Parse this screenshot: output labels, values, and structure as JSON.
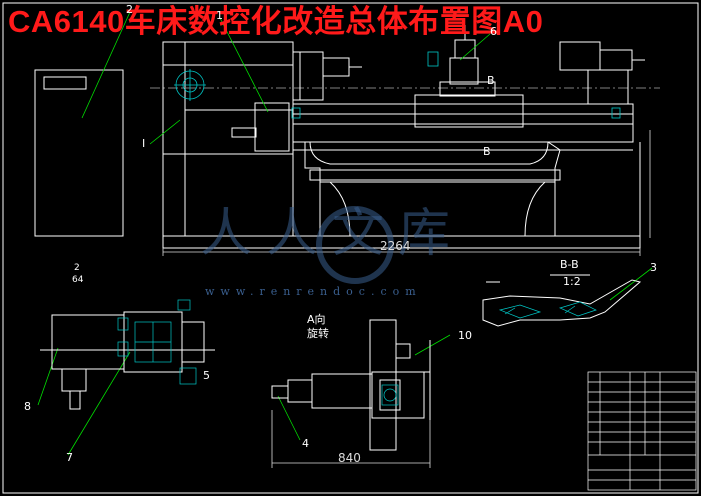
{
  "title": "CA6140车床数控化改造总体布置图A0",
  "watermark": {
    "text": "人人文库",
    "url": "www.renrendoc.com"
  },
  "dimensions": {
    "overall_length": "2264",
    "slide_length": "840"
  },
  "section_labels": {
    "section_bb": "B-B",
    "scale": "1:2",
    "view_a": "A向",
    "rotate": "旋转",
    "b_mark_top": "B",
    "b_mark_mid": "B",
    "roman_one": "I",
    "ratio_top": "2",
    "ratio_bottom": "64"
  },
  "part_numbers": [
    "1",
    "2",
    "3",
    "4",
    "5",
    "6",
    "7",
    "8",
    "10"
  ],
  "colors": {
    "background": "#000000",
    "title": "#ff1a1a",
    "geometry": "#ffffff",
    "leaders": "#00e000",
    "hatch": "#00c8c8",
    "dimension": "#dcdcdc",
    "watermark": "#3a5f8f"
  }
}
